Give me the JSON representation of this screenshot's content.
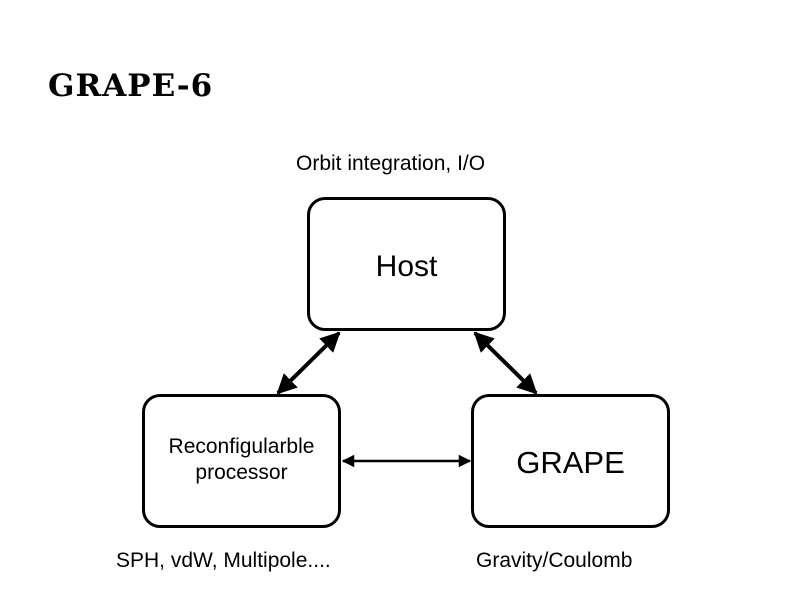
{
  "title": "GRAPE-6",
  "nodes": {
    "host": {
      "label": "Host",
      "caption": "Orbit integration, I/O"
    },
    "reconfig": {
      "label_line1": "Reconfigularble",
      "label_line2": "processor",
      "caption": "SPH, vdW, Multipole...."
    },
    "grape": {
      "label": "GRAPE",
      "caption": "Gravity/Coulomb"
    }
  },
  "edges": [
    {
      "from": "host",
      "to": "reconfig",
      "direction": "bidirectional"
    },
    {
      "from": "host",
      "to": "grape",
      "direction": "bidirectional"
    },
    {
      "from": "reconfig",
      "to": "grape",
      "direction": "bidirectional"
    }
  ],
  "colors": {
    "stroke": "#000000",
    "background": "#ffffff"
  }
}
